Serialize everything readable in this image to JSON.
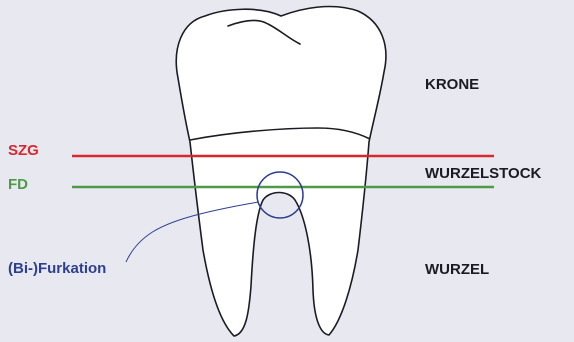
{
  "labels": {
    "szg": "SZG",
    "fd": "FD",
    "furkation": "(Bi-)Furkation",
    "krone": "KRONE",
    "wurzelstock": "WURZELSTOCK",
    "wurzel": "WURZEL"
  },
  "colors": {
    "background": "#e8e9f0",
    "szg": "#d8282e",
    "fd": "#4e9a47",
    "furkation": "#2f3f8f",
    "outline": "#1b1b24",
    "tooth_fill": "#ffffff"
  }
}
